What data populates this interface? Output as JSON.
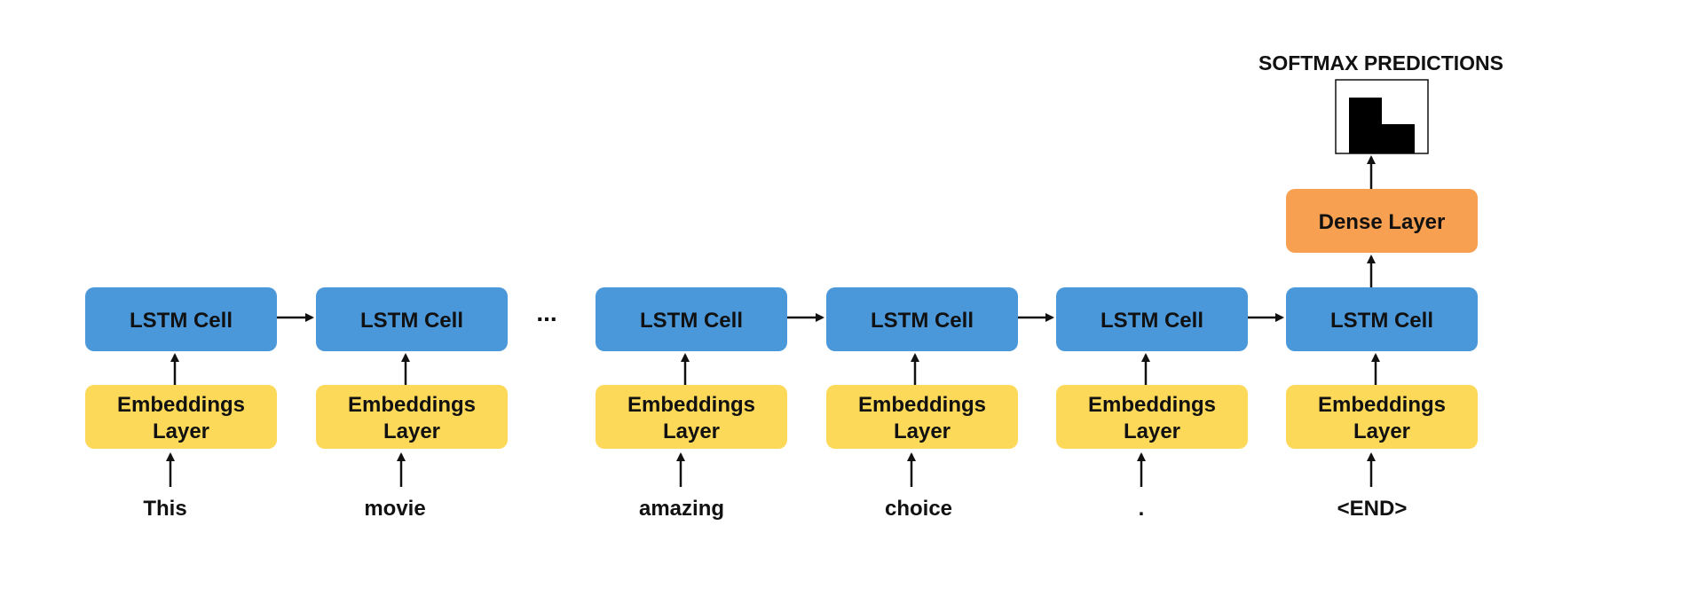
{
  "colors": {
    "lstm": "#4a98da",
    "embedding": "#fdd95a",
    "dense": "#f7a052",
    "arrow": "#111111"
  },
  "softmax_title": "SOFTMAX PREDICTIONS",
  "ellipsis": "...",
  "dense_label": "Dense Layer",
  "columns": [
    {
      "word": "This",
      "lstm_label": "LSTM Cell",
      "embed_line1": "Embeddings",
      "embed_line2": "Layer"
    },
    {
      "word": "movie",
      "lstm_label": "LSTM Cell",
      "embed_line1": "Embeddings",
      "embed_line2": "Layer"
    },
    {
      "word": "amazing",
      "lstm_label": "LSTM Cell",
      "embed_line1": "Embeddings",
      "embed_line2": "Layer"
    },
    {
      "word": "choice",
      "lstm_label": "LSTM Cell",
      "embed_line1": "Embeddings",
      "embed_line2": "Layer"
    },
    {
      "word": ".",
      "lstm_label": "LSTM Cell",
      "embed_line1": "Embeddings",
      "embed_line2": "Layer"
    },
    {
      "word": "<END>",
      "lstm_label": "LSTM Cell",
      "embed_line1": "Embeddings",
      "embed_line2": "Layer"
    }
  ],
  "icons": {
    "arrow": "arrow-icon",
    "softmax": "bar-chart-icon"
  }
}
